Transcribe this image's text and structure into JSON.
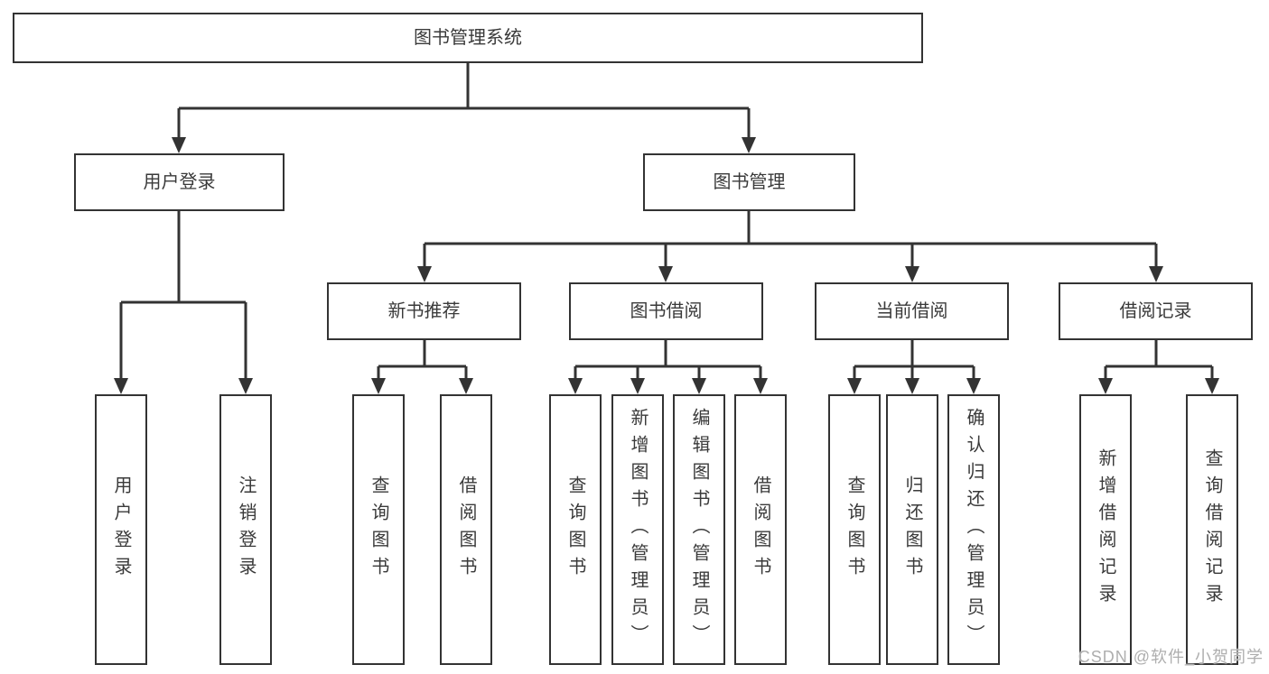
{
  "diagram": {
    "root": {
      "label": "图书管理系统"
    },
    "branches": [
      {
        "label": "用户登录",
        "children": [
          {
            "label": "用户登录"
          },
          {
            "label": "注销登录"
          }
        ]
      },
      {
        "label": "图书管理",
        "children": [
          {
            "label": "新书推荐",
            "children": [
              {
                "label": "查询图书"
              },
              {
                "label": "借阅图书"
              }
            ]
          },
          {
            "label": "图书借阅",
            "children": [
              {
                "label": "查询图书"
              },
              {
                "label": "新增图书（管理员）"
              },
              {
                "label": "编辑图书（管理员）"
              },
              {
                "label": "借阅图书"
              }
            ]
          },
          {
            "label": "当前借阅",
            "children": [
              {
                "label": "查询图书"
              },
              {
                "label": "归还图书"
              },
              {
                "label": "确认归还（管理员）"
              }
            ]
          },
          {
            "label": "借阅记录",
            "children": [
              {
                "label": "新增借阅记录"
              },
              {
                "label": "查询借阅记录"
              }
            ]
          }
        ]
      }
    ]
  },
  "watermark": {
    "text": "CSDN @软件_小贺同学"
  },
  "colors": {
    "line": "#333333",
    "text": "#3a3a3a",
    "watermark": "#aeaeae",
    "background": "#ffffff"
  }
}
